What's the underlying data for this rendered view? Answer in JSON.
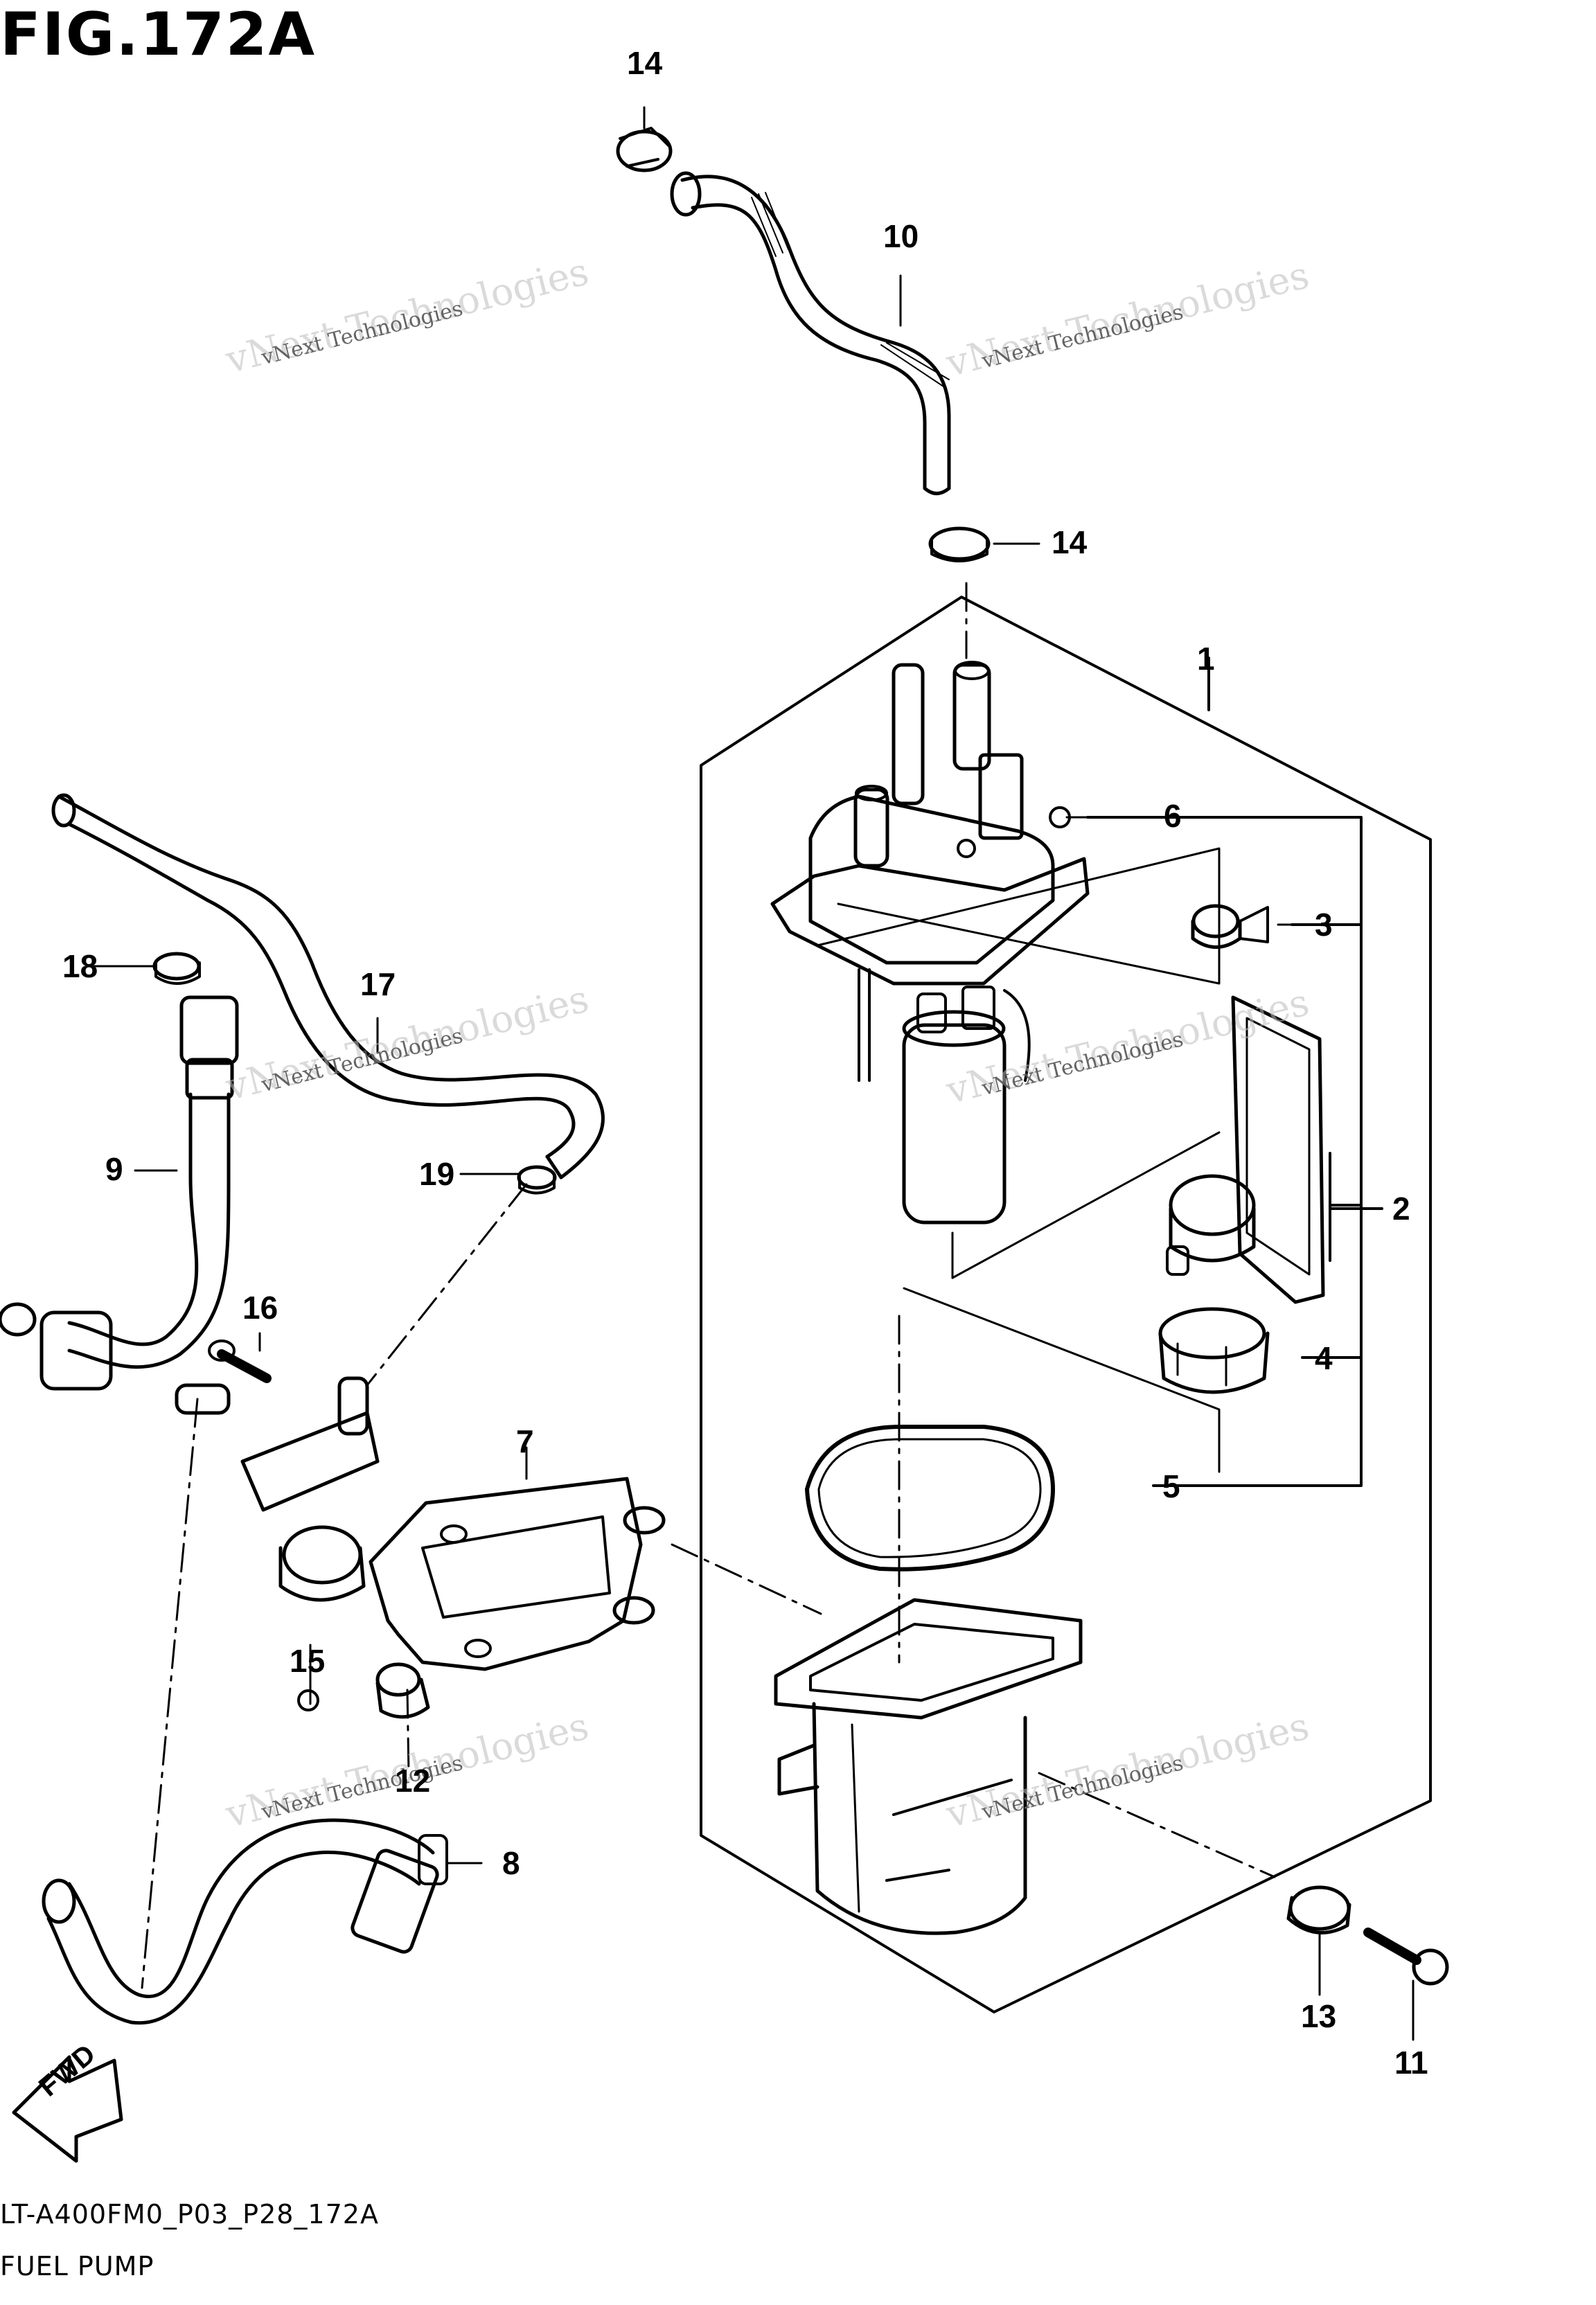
{
  "figure": {
    "title": "FIG.172A",
    "code": "LT-A400FM0_P03_P28_172A",
    "caption": "FUEL PUMP",
    "direction_label": "FWD"
  },
  "watermark": {
    "line1": "vNext Technologies",
    "line2": "vNext Technologies"
  },
  "callouts": {
    "c1": "1",
    "c2": "2",
    "c3": "3",
    "c4": "4",
    "c5": "5",
    "c6": "6",
    "c7": "7",
    "c8": "8",
    "c9": "9",
    "c10": "10",
    "c11": "11",
    "c12": "12",
    "c13": "13",
    "c14a": "14",
    "c14b": "14",
    "c15": "15",
    "c16": "16",
    "c17": "17",
    "c18": "18",
    "c19": "19"
  }
}
